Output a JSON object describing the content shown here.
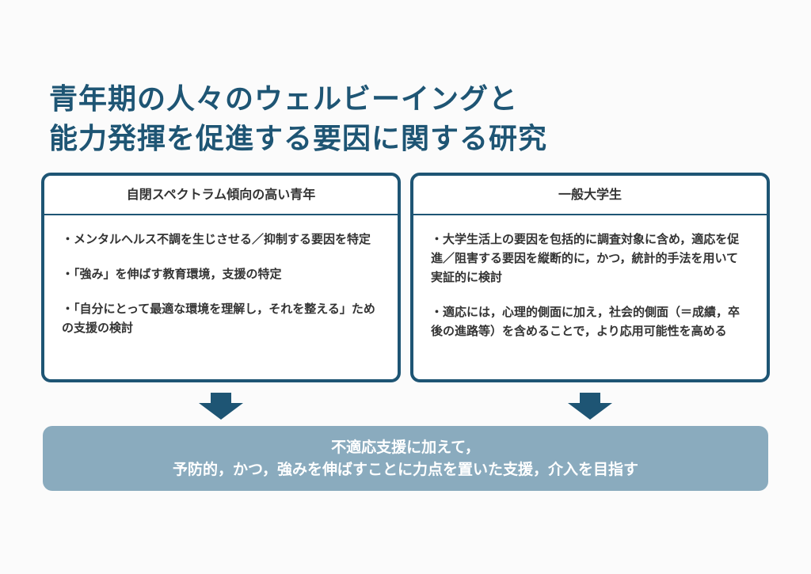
{
  "title": {
    "line1": "青年期の人々のウェルビーイングと",
    "line2": "能力発揮を促進する要因に関する研究"
  },
  "left_box": {
    "header": "自閉スペクトラム傾向の高い青年",
    "bullets": [
      "・メンタルヘルス不調を生じさせる／抑制する要因を特定",
      "・「強み」を伸ばす教育環境，支援の特定",
      "・「自分にとって最適な環境を理解し，それを整える」ための支援の検討"
    ]
  },
  "right_box": {
    "header": "一般大学生",
    "bullets": [
      "・大学生活上の要因を包括的に調査対象に含め，適応を促進／阻害する要因を縦断的に，かつ，統計的手法を用いて実証的に検討",
      "・適応には，心理的側面に加え，社会的側面（＝成績，卒後の進路等）を含めることで，より応用可能性を高める"
    ]
  },
  "banner": {
    "line1": "不適応支援に加えて，",
    "line2": "予防的，かつ，強みを伸ばすことに力点を置いた支援，介入を目指す"
  },
  "colors": {
    "primary": "#1e5574",
    "banner": "#8aabbe"
  },
  "icons": {
    "arrow": "down-arrow-icon"
  }
}
